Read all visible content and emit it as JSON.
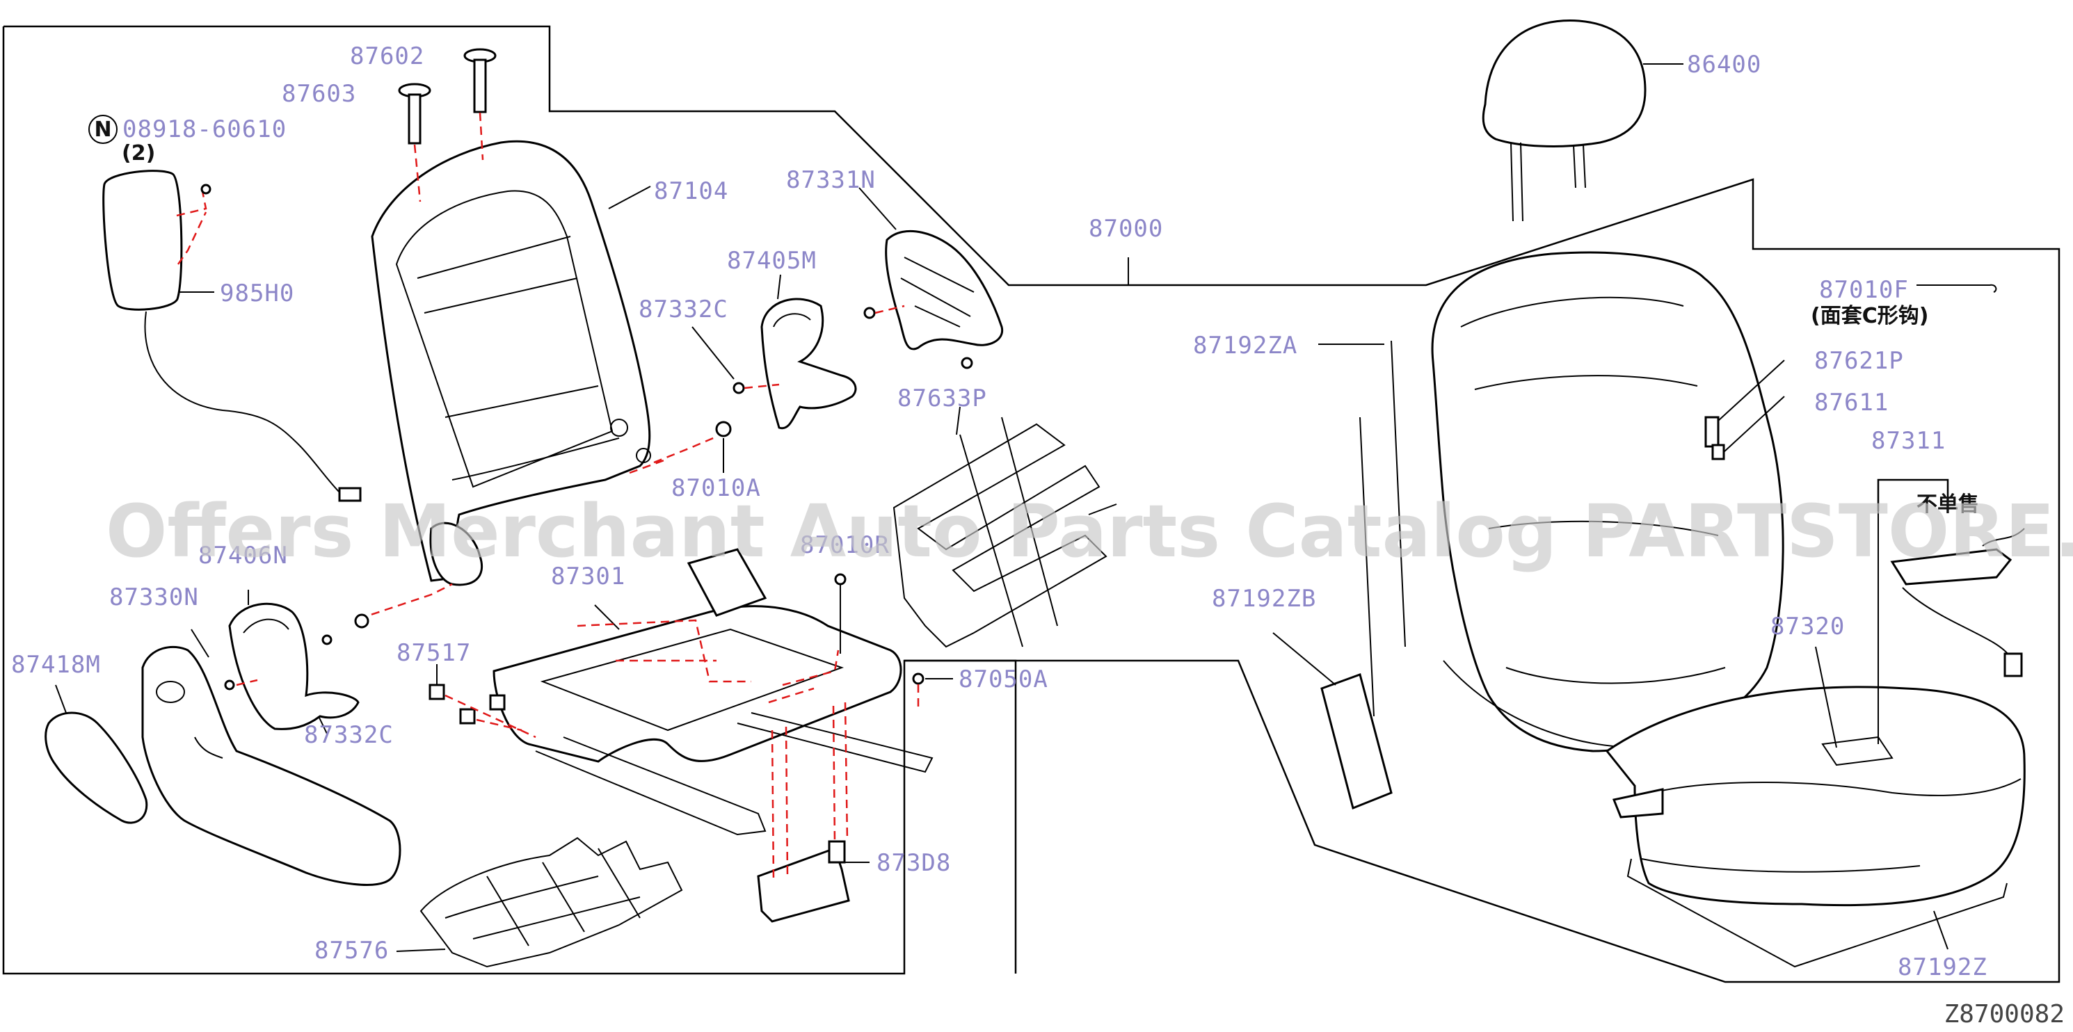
{
  "callouts": [
    {
      "id": "p87602",
      "text": "87602"
    },
    {
      "id": "p87603",
      "text": "87603"
    },
    {
      "id": "p08918",
      "text": "08918-60610"
    },
    {
      "id": "p2",
      "text": "(2)"
    },
    {
      "id": "p87104",
      "text": "87104"
    },
    {
      "id": "p985h0",
      "text": "985H0"
    },
    {
      "id": "p87331n",
      "text": "87331N"
    },
    {
      "id": "p87405m",
      "text": "87405M"
    },
    {
      "id": "p87332c_top",
      "text": "87332C"
    },
    {
      "id": "p87633p",
      "text": "87633P"
    },
    {
      "id": "p87010a",
      "text": "87010A"
    },
    {
      "id": "p87406n",
      "text": "87406N"
    },
    {
      "id": "p87330n",
      "text": "87330N"
    },
    {
      "id": "p87418m",
      "text": "87418M"
    },
    {
      "id": "p87332c_bot",
      "text": "87332C"
    },
    {
      "id": "p87301",
      "text": "87301"
    },
    {
      "id": "p87010r",
      "text": "87010R"
    },
    {
      "id": "p87517",
      "text": "87517"
    },
    {
      "id": "p87050a",
      "text": "87050A"
    },
    {
      "id": "p873d8",
      "text": "873D8"
    },
    {
      "id": "p87576",
      "text": "87576"
    },
    {
      "id": "p86400",
      "text": "86400"
    },
    {
      "id": "p87000",
      "text": "87000"
    },
    {
      "id": "p87192za",
      "text": "87192ZA"
    },
    {
      "id": "p87010f",
      "text": "87010F"
    },
    {
      "id": "p87621p",
      "text": "87621P"
    },
    {
      "id": "p87611",
      "text": "87611"
    },
    {
      "id": "p87311",
      "text": "87311"
    },
    {
      "id": "p87192zb",
      "text": "87192ZB"
    },
    {
      "id": "p87320",
      "text": "87320"
    },
    {
      "id": "p87192z",
      "text": "87192Z"
    }
  ],
  "notes": {
    "cover_hook": "(面套C形钩)",
    "not_sold": "不单售",
    "standard_part_symbol": "N"
  },
  "watermark": "Offers Merchant Auto Parts Catalog PARTSTORE.SA",
  "diagram_ref": "Z8700082",
  "colors": {
    "callout": "#8c86c8",
    "fastener_path": "#e01818",
    "line": "#000000"
  }
}
